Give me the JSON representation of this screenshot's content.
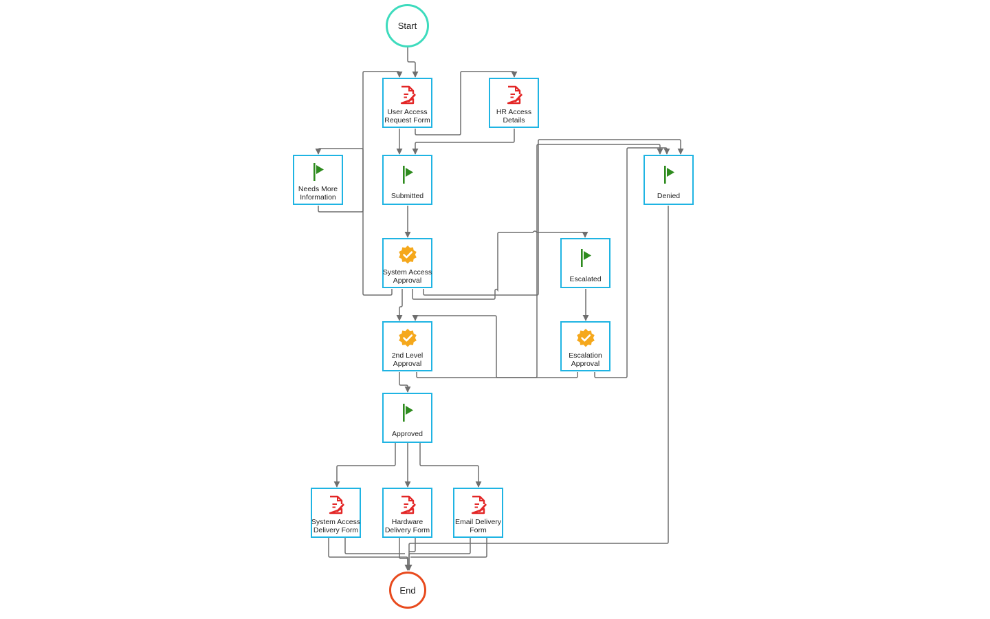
{
  "diagram": {
    "colors": {
      "node_border": "#1fb4e3",
      "start_border": "#3ddbbd",
      "end_border": "#e84a1d",
      "connector": "#6e6e6e",
      "form_icon": "#e32626",
      "flag_icon": "#2e8b1e",
      "approval_icon": "#f5a81c"
    },
    "start": {
      "label": "Start"
    },
    "end": {
      "label": "End"
    },
    "nodes": {
      "user_access_request_form": {
        "line1": "User Access",
        "line2": "Request Form",
        "icon": "form-edit-icon"
      },
      "hr_access_details": {
        "line1": "HR Access",
        "line2": "Details",
        "icon": "form-edit-icon"
      },
      "needs_more_information": {
        "line1": "Needs More",
        "line2": "Information",
        "icon": "flag-icon"
      },
      "submitted": {
        "line1": "Submitted",
        "icon": "flag-icon"
      },
      "denied": {
        "line1": "Denied",
        "icon": "flag-icon"
      },
      "system_access_approval": {
        "line1": "System Access",
        "line2": "Approval",
        "icon": "approval-badge-icon"
      },
      "escalated": {
        "line1": "Escalated",
        "icon": "flag-icon"
      },
      "second_level_approval": {
        "line1": "2nd Level",
        "line2": "Approval",
        "icon": "approval-badge-icon"
      },
      "escalation_approval": {
        "line1": "Escalation",
        "line2": "Approval",
        "icon": "approval-badge-icon"
      },
      "approved": {
        "line1": "Approved",
        "icon": "flag-icon"
      },
      "system_access_delivery_form": {
        "line1": "System Access",
        "line2": "Delivery Form",
        "icon": "form-edit-icon"
      },
      "hardware_delivery_form": {
        "line1": "Hardware",
        "line2": "Delivery Form",
        "icon": "form-edit-icon"
      },
      "email_delivery_form": {
        "line1": "Email Delivery",
        "line2": "Form",
        "icon": "form-edit-icon"
      }
    }
  }
}
